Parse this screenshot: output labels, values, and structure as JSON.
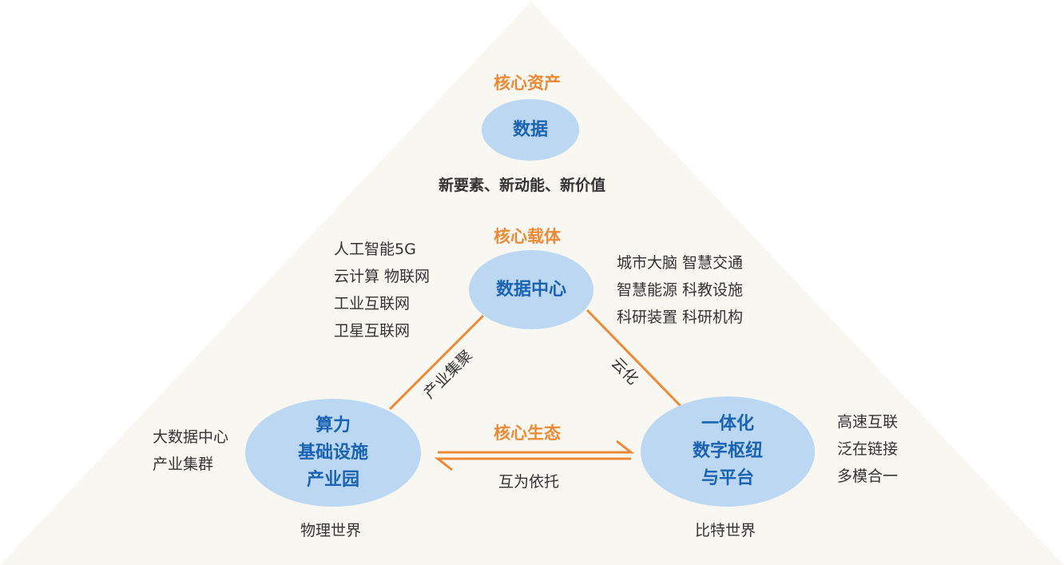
{
  "top": {
    "heading": "核心资产",
    "node": "数据",
    "caption": "新要素、新动能、新价值"
  },
  "center": {
    "heading": "核心载体",
    "node": "数据中心",
    "left_list": [
      "人工智能5G",
      "云计算 物联网",
      "工业互联网",
      "卫星互联网"
    ],
    "right_list": [
      "城市大脑 智慧交通",
      "智慧能源 科教设施",
      "科研装置 科研机构"
    ]
  },
  "edges": {
    "left_label": "产业集聚",
    "right_label": "云化",
    "bottom_heading": "核心生态",
    "bottom_caption": "互为依托"
  },
  "bottom_left": {
    "lines": [
      "算力",
      "基础设施",
      "产业园"
    ],
    "side_list": [
      "大数据中心",
      "产业集群"
    ],
    "caption": "物理世界"
  },
  "bottom_right": {
    "lines": [
      "一体化",
      "数字枢纽",
      "与平台"
    ],
    "side_list": [
      "高速互联",
      "泛在链接",
      "多模合一"
    ],
    "caption": "比特世界"
  },
  "colors": {
    "triangle": "#f8f7f2",
    "ellipse": "#bcd7f2",
    "ellipse_text": "#1a63b4",
    "accent": "#ee8a35",
    "text": "#333333"
  }
}
